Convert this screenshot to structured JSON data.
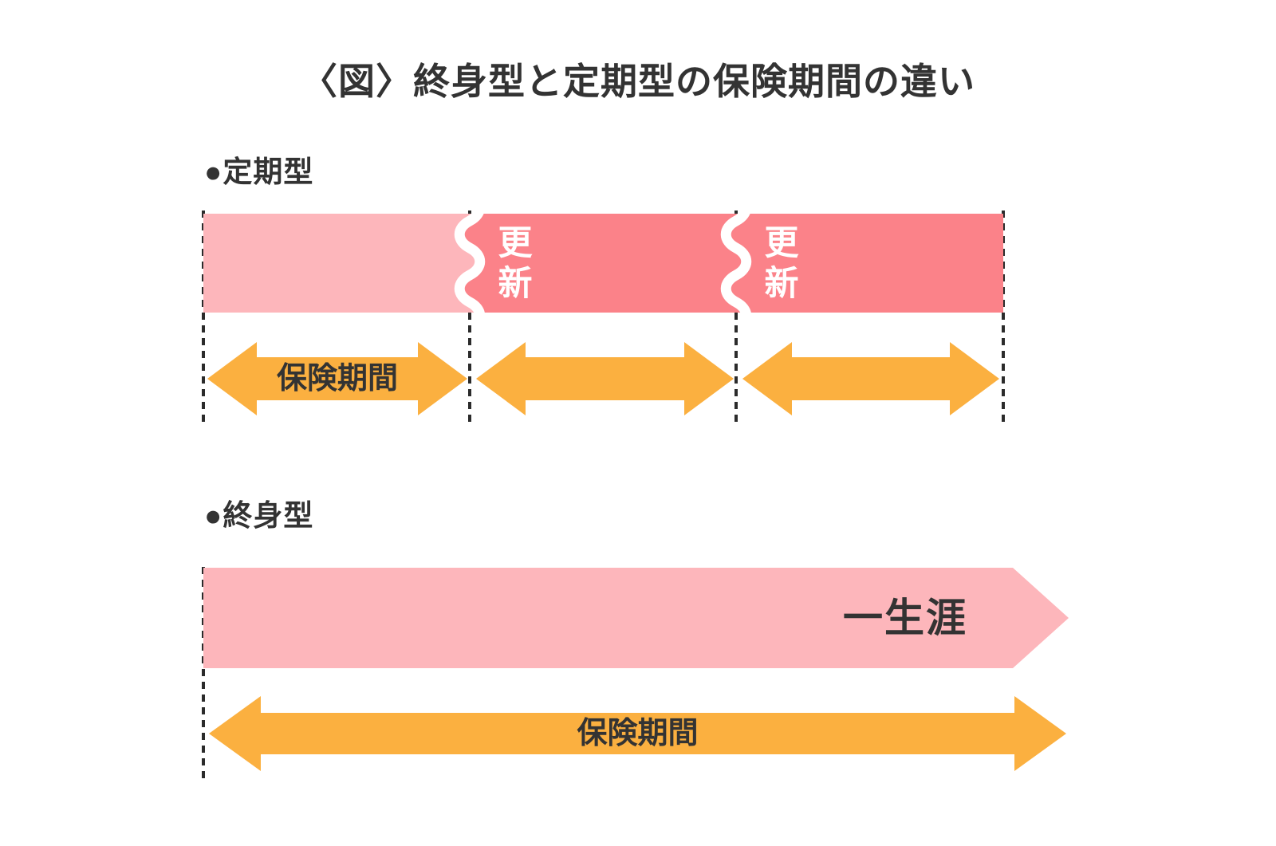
{
  "title": "〈図〉終身型と定期型の保険期間の違い",
  "colors": {
    "light_pink": "#FDB6BB",
    "dark_pink": "#FB8289",
    "yellow": "#FBB040",
    "text_dark": "#333333",
    "white": "#FFFFFF",
    "line": "#2B2B2B"
  },
  "term": {
    "label": "●定期型",
    "renewals": [
      "更新",
      "更新"
    ],
    "arrow_label": "保険期間"
  },
  "whole_life": {
    "label": "●終身型",
    "lifetime_label": "一生涯",
    "arrow_label": "保険期間"
  }
}
